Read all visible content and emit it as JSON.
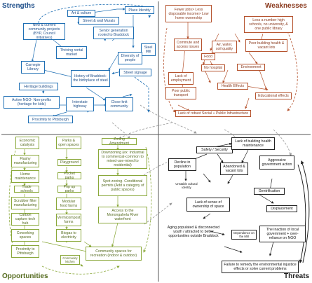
{
  "quadrants": {
    "strengths": "Strengths",
    "weaknesses": "Weaknesses",
    "opportunities": "Opportunities",
    "threats": "Threats"
  },
  "colors": {
    "strengths": "#1f6fb4",
    "weaknesses": "#b5532e",
    "opportunities": "#8aa83a",
    "threats": "#222222"
  },
  "strengths": {
    "art_culture": "Art & culture",
    "place_identity": "Place Identity",
    "street_murals": "Street & wall Murals",
    "community_projects": "New & current community projects (BYP, Council initiatives)",
    "senior_generation": "Senior generation rooted to Braddock",
    "steel_mill": "Steel Mill",
    "thriving_rental": "Thriving rental market",
    "diversity": "Diversity of people",
    "carnegie_library": "Carnegie Library",
    "history": "History of Braddock- the birthplace of steel",
    "street_signage": "Street signage",
    "heritage_buildings": "Heritage buildings",
    "active_ngo": "Active NGO- Non-profits (heritage for kids)",
    "interstate_highway": "Interstate highway",
    "close_knit": "Close-knit community",
    "proximity_pittsburgh": "Proximity to Pittsburgh"
  },
  "weaknesses": {
    "fewer_jobs": "Fewer jobs> Less disposable income> Low home ownership",
    "less_schools": "Less a number high schools, no university, & one public library",
    "commute": "Commute and access issues",
    "air_water": "Air, water, soil quality",
    "poor_building": "Poor building health & vacant lots",
    "food": "Food",
    "no_hospital": "No hospital",
    "environment": "Environment",
    "lack_employment": "Lack of employment",
    "health_effects": "Health Effects",
    "poor_public_transport": "Poor public transport",
    "educational_effects": "Educational effects",
    "lack_infrastructure": "Lack of robust Social + Public Infrastructure"
  },
  "opportunities": {
    "economic_catalysts": "Economic catalysts",
    "parks": "Parks & open spaces",
    "zoning": "Zoning Amendment",
    "flashy_manufacturing": "Flashy manufacturing",
    "playground": "Playground",
    "downzoning": "Downzoning (ex: Industrial to commercial-common to mixed-use-mixed to residential)",
    "home_maintenance": "Home maintenance",
    "pocket_parks": "Pocket parks",
    "trade_schools": "Trade schools",
    "popup_parks": "Pop up parks",
    "spot_zoning": "Spot zoning- Conditional permits (Add a category of public spaces)",
    "scrubber": "Scrubber filter manufacturing",
    "modular_food": "Modular food farms",
    "carbon_capture": "Carbon capture tech hub",
    "vermicompost": "Vermicompost farms",
    "access_waterfront": "Access to the Monongahela River waterfront",
    "coworking": "Coworking spaces",
    "biogas": "Biogas to electricity",
    "proximity_pittsburgh": "Proximity to Pittsburgh",
    "community_kitchen": "Community kitchen",
    "community_spaces": "Community spaces for recreation (indoor & outdoor)"
  },
  "threats": {
    "safety": "Safety / Security",
    "lack_building": "Lack of building health maintenance",
    "decline_population": "Decline in population",
    "abandoned": "Abandoned & vacant lots",
    "unstable_identity": "Unstable cultural identity",
    "aggressive_gov": "Aggressive government action",
    "gentrification": "Gentrification",
    "lack_ownership": "Lack of sense of ownership of space",
    "displacement": "Displacement",
    "aging_population": "Aging populated & disconnected youth / attracted to better opportunities outside Braddock",
    "dependence_mill": "Dependence on the Mill",
    "inaction_gov": "The inaction of local government + over-reliance on NGO",
    "failure_remedy": "Failure to remedy the environmental injustice effects or solve current problems"
  }
}
